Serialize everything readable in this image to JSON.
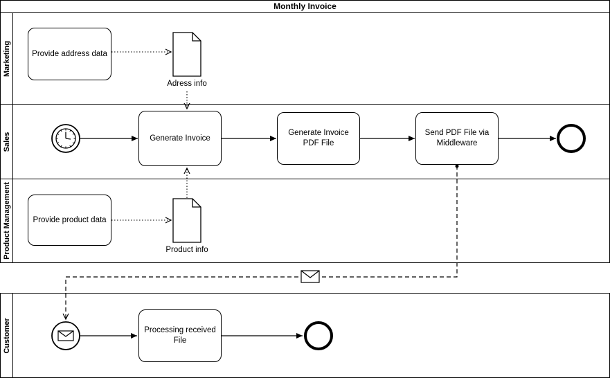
{
  "pools": {
    "main": {
      "title": "Monthly Invoice",
      "lanes": [
        "Marketing",
        "Sales",
        "Product Management"
      ]
    },
    "customer": {
      "label": "Customer"
    }
  },
  "nodes": {
    "provide_address": {
      "label": "Provide address data",
      "type": "task",
      "lane": "Marketing"
    },
    "adress_info": {
      "label": "Adress info",
      "type": "data-object",
      "lane": "Marketing"
    },
    "timer_start": {
      "label": "",
      "type": "timer-start-event",
      "lane": "Sales"
    },
    "generate_invoice": {
      "label": "Generate Invoice",
      "type": "task",
      "lane": "Sales"
    },
    "generate_invoice_pdf": {
      "label": "Generate Invoice\nPDF File",
      "type": "task",
      "lane": "Sales"
    },
    "send_pdf": {
      "label": "Send PDF File via\nMiddleware",
      "type": "task",
      "lane": "Sales"
    },
    "sales_end": {
      "label": "",
      "type": "end-event",
      "lane": "Sales"
    },
    "provide_product": {
      "label": "Provide product data",
      "type": "task",
      "lane": "Product Management"
    },
    "product_info": {
      "label": "Product info",
      "type": "data-object",
      "lane": "Product Management"
    },
    "message_start": {
      "label": "",
      "type": "message-start-event",
      "lane": "Customer"
    },
    "processing_received": {
      "label": "Processing received\nFile",
      "type": "task",
      "lane": "Customer"
    },
    "customer_end": {
      "label": "",
      "type": "end-event",
      "lane": "Customer"
    }
  },
  "flows": [
    {
      "from": "timer_start",
      "to": "generate_invoice",
      "type": "sequence"
    },
    {
      "from": "generate_invoice",
      "to": "generate_invoice_pdf",
      "type": "sequence"
    },
    {
      "from": "generate_invoice_pdf",
      "to": "send_pdf",
      "type": "sequence"
    },
    {
      "from": "send_pdf",
      "to": "sales_end",
      "type": "sequence"
    },
    {
      "from": "provide_address",
      "to": "adress_info",
      "type": "association"
    },
    {
      "from": "adress_info",
      "to": "generate_invoice",
      "type": "association"
    },
    {
      "from": "provide_product",
      "to": "product_info",
      "type": "association"
    },
    {
      "from": "product_info",
      "to": "generate_invoice",
      "type": "association"
    },
    {
      "from": "send_pdf",
      "to": "message_start",
      "type": "message"
    },
    {
      "from": "message_start",
      "to": "processing_received",
      "type": "sequence"
    },
    {
      "from": "processing_received",
      "to": "customer_end",
      "type": "sequence"
    }
  ],
  "colors": {
    "stroke": "#000000",
    "fill": "#ffffff"
  }
}
